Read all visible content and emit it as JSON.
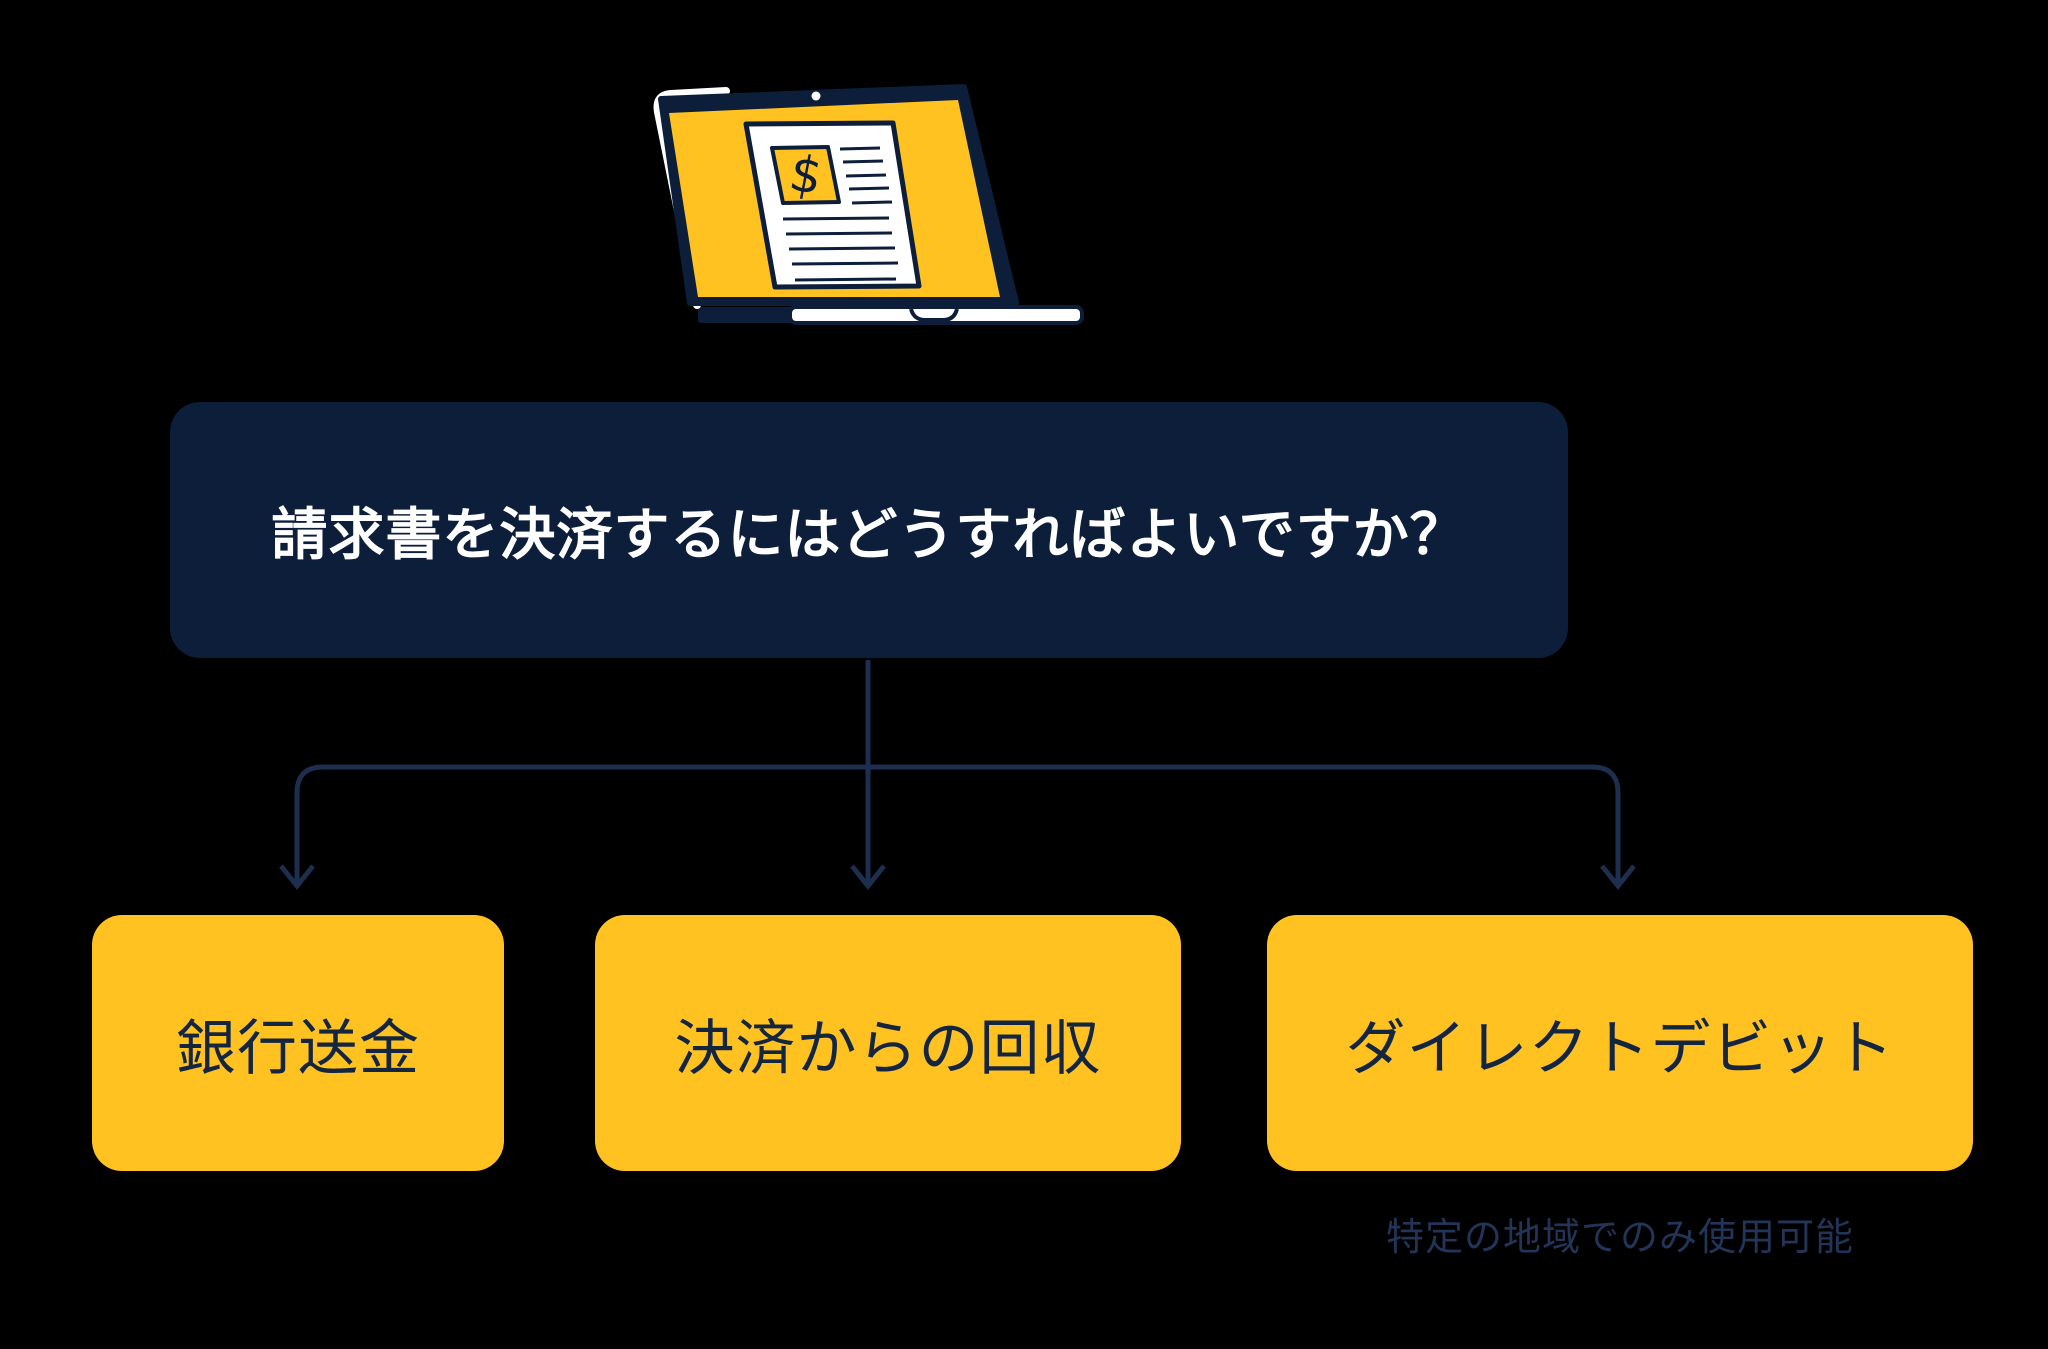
{
  "colors": {
    "background": "#000000",
    "navy": "#0D1E3A",
    "yellow": "#FFC220",
    "label_navy": "#14253F",
    "white": "#FFFFFF",
    "connector": "#1D2E4E",
    "note": "#223457"
  },
  "illustration": {
    "dollar_sign": "$"
  },
  "question": {
    "text": "請求書を決済するにはどうすればよいですか？"
  },
  "options": [
    {
      "label": "銀行送金"
    },
    {
      "label": "決済からの回収"
    },
    {
      "label": "ダイレクトデビット",
      "note": "特定の地域でのみ使用可能"
    }
  ]
}
